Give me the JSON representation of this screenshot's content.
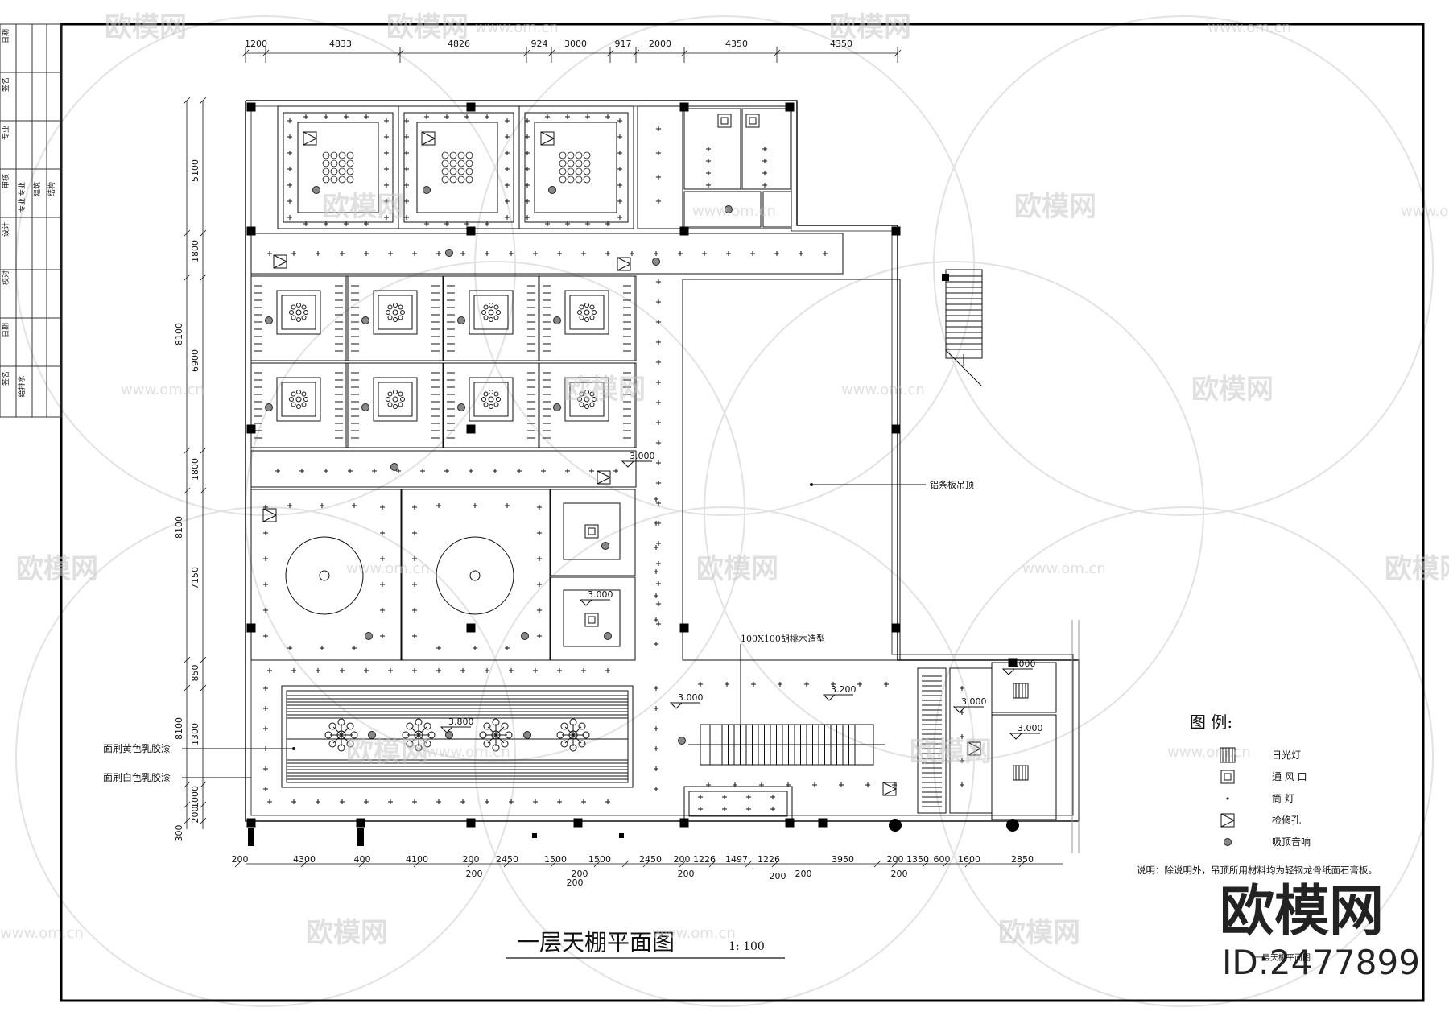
{
  "title": "一层天棚平面图",
  "scale": "1: 100",
  "subtitle_small": "一层天棚平面图",
  "dims_top": [
    "1200",
    "4833",
    "4826",
    "924",
    "3000",
    "917",
    "2000",
    "4350",
    "4350"
  ],
  "dims_left": [
    "5100",
    "1800",
    "8100",
    "6900",
    "1800",
    "8100",
    "7150",
    "850",
    "8100",
    "1300",
    "1000",
    "200",
    "300"
  ],
  "dims_bottom": [
    "200",
    "4300",
    "400",
    "4100",
    "200",
    "2450",
    "1500",
    "1500",
    "2450",
    "200",
    "1226",
    "1497",
    "1226",
    "3950",
    "200",
    "1350",
    "600",
    "1600",
    "2850"
  ],
  "dims_bottom2": [
    "200",
    "200",
    "200",
    "200",
    "200",
    "200",
    "200"
  ],
  "labels": {
    "alu_ceiling": "铝条板吊顶",
    "wood_model": "100X100胡桃木造型",
    "yellow_paint": "面刷黄色乳胶漆",
    "white_paint": "面刷白色乳胶漆"
  },
  "elevations": [
    "3.000",
    "3.000",
    "3.800",
    "3.000",
    "3.200",
    "3.000",
    "3.000",
    "3.000"
  ],
  "legend": {
    "title": "图 例:",
    "items": [
      {
        "icon": "tube-light-icon",
        "label": "日光灯"
      },
      {
        "icon": "air-vent-icon",
        "label": "通 风 口"
      },
      {
        "icon": "downlight-icon",
        "label": "筒 灯"
      },
      {
        "icon": "access-hatch-icon",
        "label": "检修孔"
      },
      {
        "icon": "ceiling-speaker-icon",
        "label": "吸顶音响"
      }
    ]
  },
  "note": "说明：除说明外，吊顶所用材料均为轻钢龙骨纸面石膏板。",
  "title_block": [
    "日期",
    "签名",
    "专业",
    "审核",
    "设计",
    "校对",
    "日期",
    "签名",
    "专业",
    "专业",
    "建筑",
    "结构",
    "给排水"
  ],
  "watermark": {
    "brand": "欧模网",
    "url": "www.om.cn",
    "id": "ID:2477899"
  }
}
